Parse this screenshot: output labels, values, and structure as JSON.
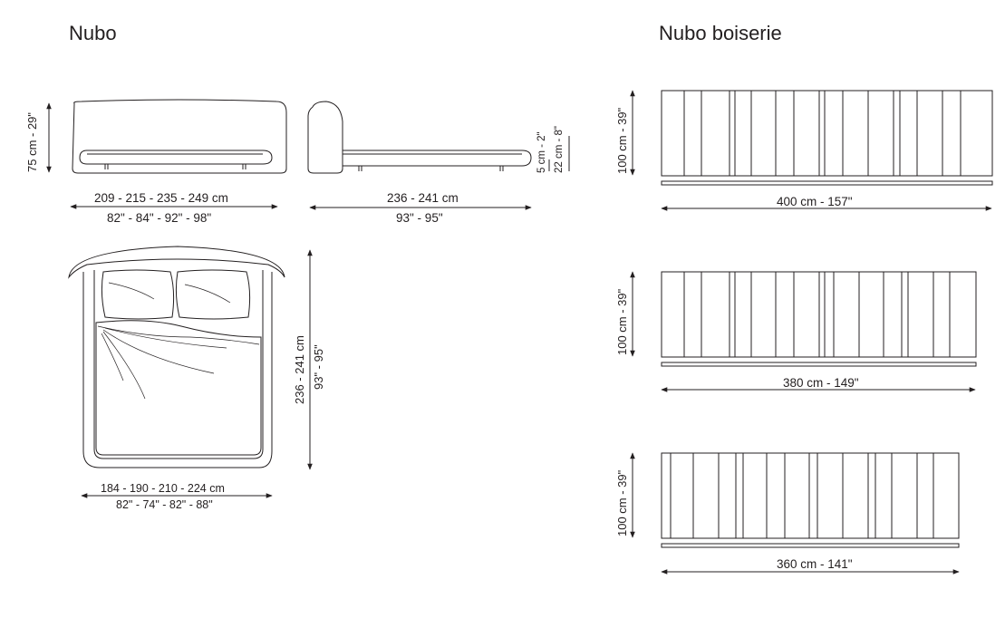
{
  "titles": {
    "nubo": "Nubo",
    "nubo_boiserie": "Nubo boiserie"
  },
  "nubo": {
    "front_height": "75 cm - 29\"",
    "front_width_cm": "209 - 215 - 235 - 249 cm",
    "front_width_in": "82\" - 84\" - 92\" - 98\"",
    "side_length_cm": "236 - 241 cm",
    "side_length_in": "93\" - 95\"",
    "side_height_small": "5 cm - 2\"",
    "side_height_platform": "22 cm - 8\"",
    "plan_length_cm": "236 - 241 cm",
    "plan_length_in": "93\" - 95\"",
    "plan_width_cm": "184 - 190 - 210 - 224 cm",
    "plan_width_in": "82\" - 74\" - 82\" - 88\""
  },
  "boiserie": [
    {
      "height": "100 cm - 39\"",
      "width": "400 cm - 157\""
    },
    {
      "height": "100 cm - 39\"",
      "width": "380 cm - 149\""
    },
    {
      "height": "100 cm - 39\"",
      "width": "360 cm - 141\""
    }
  ],
  "colors": {
    "line": "#231f20",
    "background": "#ffffff"
  }
}
